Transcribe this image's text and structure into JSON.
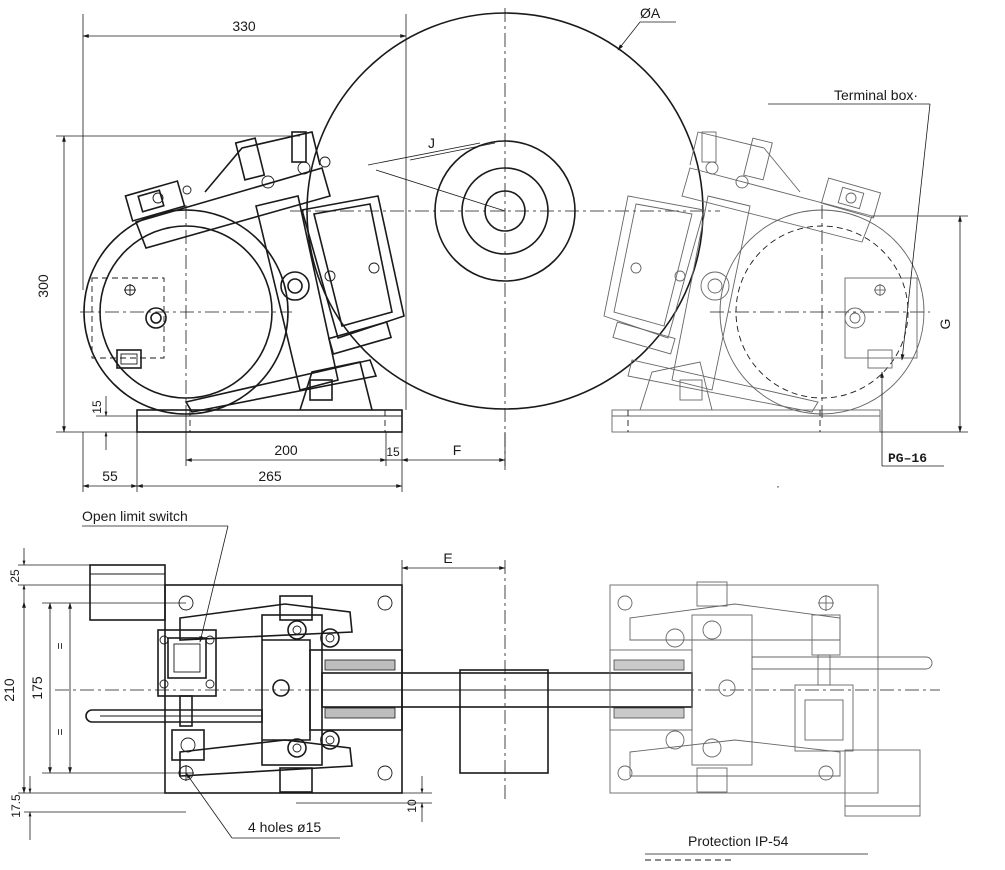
{
  "elevation_view": {
    "dims": {
      "overall_width": "330",
      "disc_diameter": "ØA",
      "height": "300",
      "base_thickness": "15",
      "span_200": "200",
      "offset_15": "15",
      "dim_F": "F",
      "dim_55": "55",
      "dim_265": "265",
      "dim_J": "J",
      "dim_G": "G"
    },
    "labels": {
      "terminal_box": "Terminal box·",
      "cable_gland": "PG–16"
    }
  },
  "plan_view": {
    "dims": {
      "dim_25": "25",
      "dim_210": "210",
      "dim_175": "175",
      "dim_17_5": "17.5",
      "dim_10": "10",
      "dim_E": "E",
      "equal_mark": "="
    },
    "labels": {
      "open_limit_switch": "Open limit switch",
      "holes": "4 holes ø15",
      "protection": "Protection IP-54"
    }
  }
}
